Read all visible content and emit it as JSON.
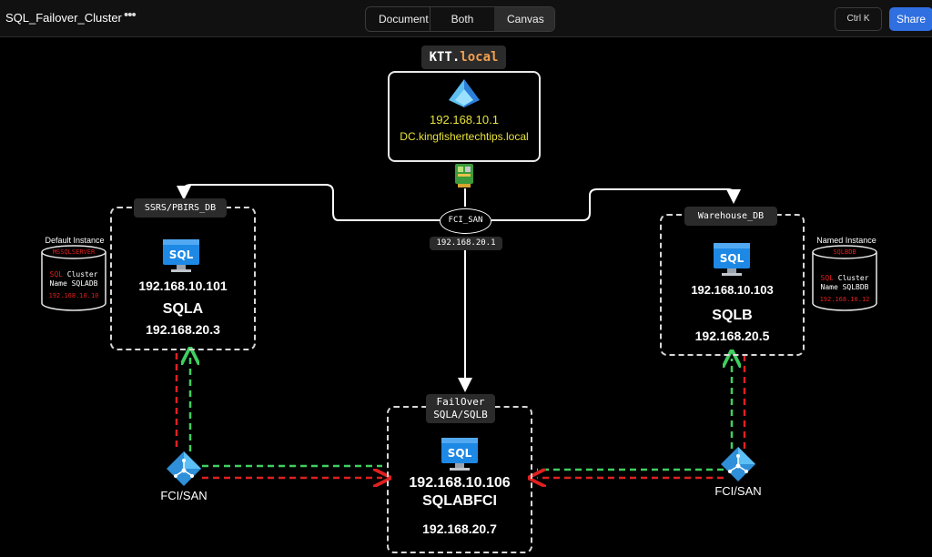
{
  "toolbar": {
    "title": "SQL_Failover_Cluster",
    "more": "•••",
    "tabs": [
      "Document",
      "Both",
      "Canvas"
    ],
    "active_tab": "Canvas",
    "shortcut": "Ctrl K",
    "share": "Share",
    "accent": "#2f6fe0"
  },
  "domain_label": {
    "prefix": "KTT.",
    "suffix": "local",
    "suffix_color": "#f0a050"
  },
  "dc": {
    "ip": "192.168.10.1",
    "fqdn": "DC.kingfishertechtips.local",
    "text_color": "#e8e23a"
  },
  "fci_node": {
    "label": "FCI_SAN",
    "ip": "192.168.20.1"
  },
  "left_node": {
    "group": "SSRS/PBIRS_DB",
    "icon_text": "SQL",
    "ip1": "192.168.10.101",
    "name": "SQLA",
    "ip2": "192.168.20.3"
  },
  "right_node": {
    "group": "Warehouse_DB",
    "icon_text": "SQL",
    "ip1": "192.168.10.103",
    "name": "SQLB",
    "ip2": "192.168.20.5"
  },
  "center_node": {
    "group_line1": "FailOver",
    "group_line2": "SQLA/SQLB",
    "icon_text": "SQL",
    "ip1": "192.168.10.106",
    "name": "SQLABFCI",
    "ip2": "192.168.20.7"
  },
  "left_cylinder": {
    "caption": "Default Instance",
    "top_text": "MSSQLSERVER",
    "line1_red": "SQL",
    "line1_white": " Cluster",
    "line2": "Name SQLADB",
    "ip": "192.168.10.10"
  },
  "right_cylinder": {
    "caption": "Named Instance",
    "top_text": "SQLBDB",
    "line1_red": "SQL",
    "line1_white": " Cluster",
    "line2": "Name SQLBDB",
    "ip": "192.168.10.12"
  },
  "left_san": {
    "label": "FCI/SAN"
  },
  "right_san": {
    "label": "FCI/SAN"
  },
  "colors": {
    "red_dash": "#e02020",
    "green_dash": "#3fcf60",
    "sql_blue": "#1e88e5"
  }
}
